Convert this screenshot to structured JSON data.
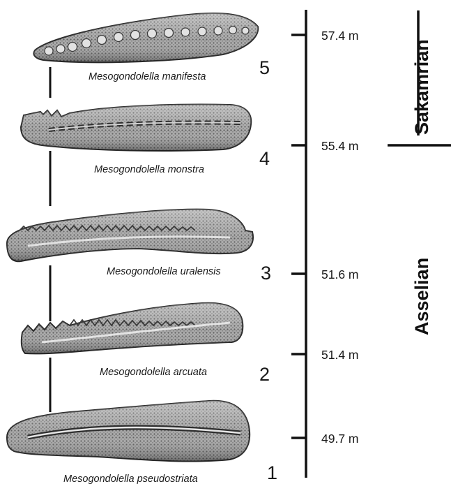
{
  "specimens": [
    {
      "number": "5",
      "name": "Mesogondolella manifesta",
      "depth": "57.4 m"
    },
    {
      "number": "4",
      "name": "Mesogondolella monstra",
      "depth": "55.4 m"
    },
    {
      "number": "3",
      "name": "Mesogondolella uralensis",
      "depth": "51.6 m"
    },
    {
      "number": "2",
      "name": "Mesogondolella arcuata",
      "depth": "51.4 m"
    },
    {
      "number": "1",
      "name": "Mesogondolella pseudostriata",
      "depth": "49.7 m"
    }
  ],
  "stages": {
    "upper": "Sakamrian",
    "lower": "Asselian"
  },
  "colors": {
    "ink": "#111111",
    "fossil_dark": "#3a3a3a",
    "fossil_mid": "#8a8a8a",
    "fossil_light": "#d6d6d6"
  }
}
